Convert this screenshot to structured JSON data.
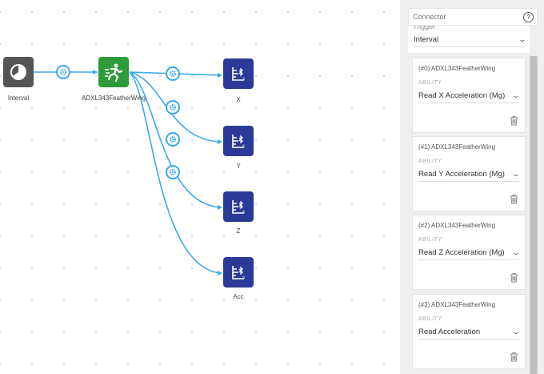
{
  "canvas": {
    "nodes": [
      {
        "id": "interval",
        "label": "Interval",
        "icon": "interval-clock-icon",
        "color": "#555555"
      },
      {
        "id": "adxl",
        "label": "ADXL343FeatherWing",
        "icon": "motion-sensor-icon",
        "color": "#2e9b3a"
      },
      {
        "id": "x",
        "label": "X",
        "icon": "bluetooth-graph-icon",
        "color": "#2b3a98"
      },
      {
        "id": "y",
        "label": "Y",
        "icon": "bluetooth-graph-icon",
        "color": "#2b3a98"
      },
      {
        "id": "z",
        "label": "Z",
        "icon": "bluetooth-graph-icon",
        "color": "#2b3a98"
      },
      {
        "id": "acc",
        "label": "Acc",
        "icon": "bluetooth-graph-icon",
        "color": "#2b3a98"
      }
    ],
    "edge_color": "#3aa8f0"
  },
  "panel": {
    "header": "Connector",
    "help_symbol": "?",
    "trigger_fragment": "Trigger",
    "trigger_value": "Interval",
    "cards": [
      {
        "title": "(#0) ADXL343FeatherWing",
        "ability_label": "ABILITY",
        "ability_value": "Read X Acceleration (Mg)"
      },
      {
        "title": "(#1) ADXL343FeatherWing",
        "ability_label": "ABILITY",
        "ability_value": "Read Y Acceleration (Mg)"
      },
      {
        "title": "(#2) ADXL343FeatherWing",
        "ability_label": "ABILITY",
        "ability_value": "Read Z Acceleration (Mg)"
      },
      {
        "title": "(#3) ADXL343FeatherWing",
        "ability_label": "ABILITY",
        "ability_value": "Read Acceleration"
      }
    ]
  }
}
